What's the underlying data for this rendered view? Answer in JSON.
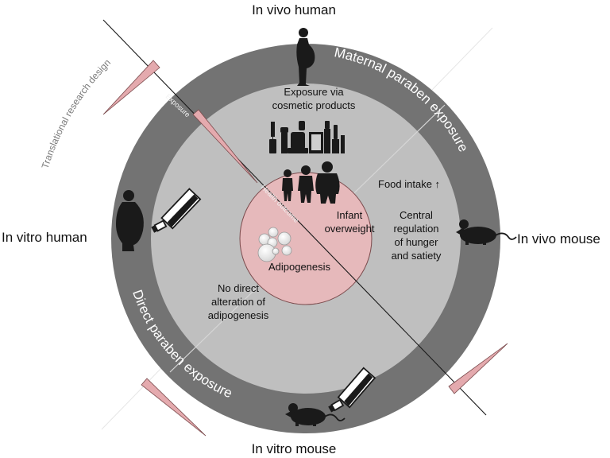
{
  "quadrants": {
    "top": "In vivo human",
    "left": "In vitro human",
    "right": "In vivo mouse",
    "bottom": "In vitro mouse"
  },
  "ring": {
    "upper": "Maternal paraben exposure",
    "lower": "Direct paraben exposure"
  },
  "axis": {
    "design": "Translational research design",
    "exposure": "Exposure",
    "outcome": "Health outcome"
  },
  "middle": {
    "exposure_line1": "Exposure via",
    "exposure_line2": "cosmetic products",
    "food": "Food intake ↑",
    "central": [
      "Central",
      "regulation",
      "of hunger",
      "and satiety"
    ],
    "nodirect": [
      "No direct",
      "alteration of",
      "adipogenesis"
    ]
  },
  "core": {
    "infant": [
      "Infant",
      "overweight"
    ],
    "adipo": "Adipogenesis"
  },
  "colors": {
    "outer_ring": "#737373",
    "middle_disc": "#bfbfbf",
    "core": "#e6b9bb",
    "wedge": "#e4aaae",
    "silhouette": "#1a1a1a"
  }
}
